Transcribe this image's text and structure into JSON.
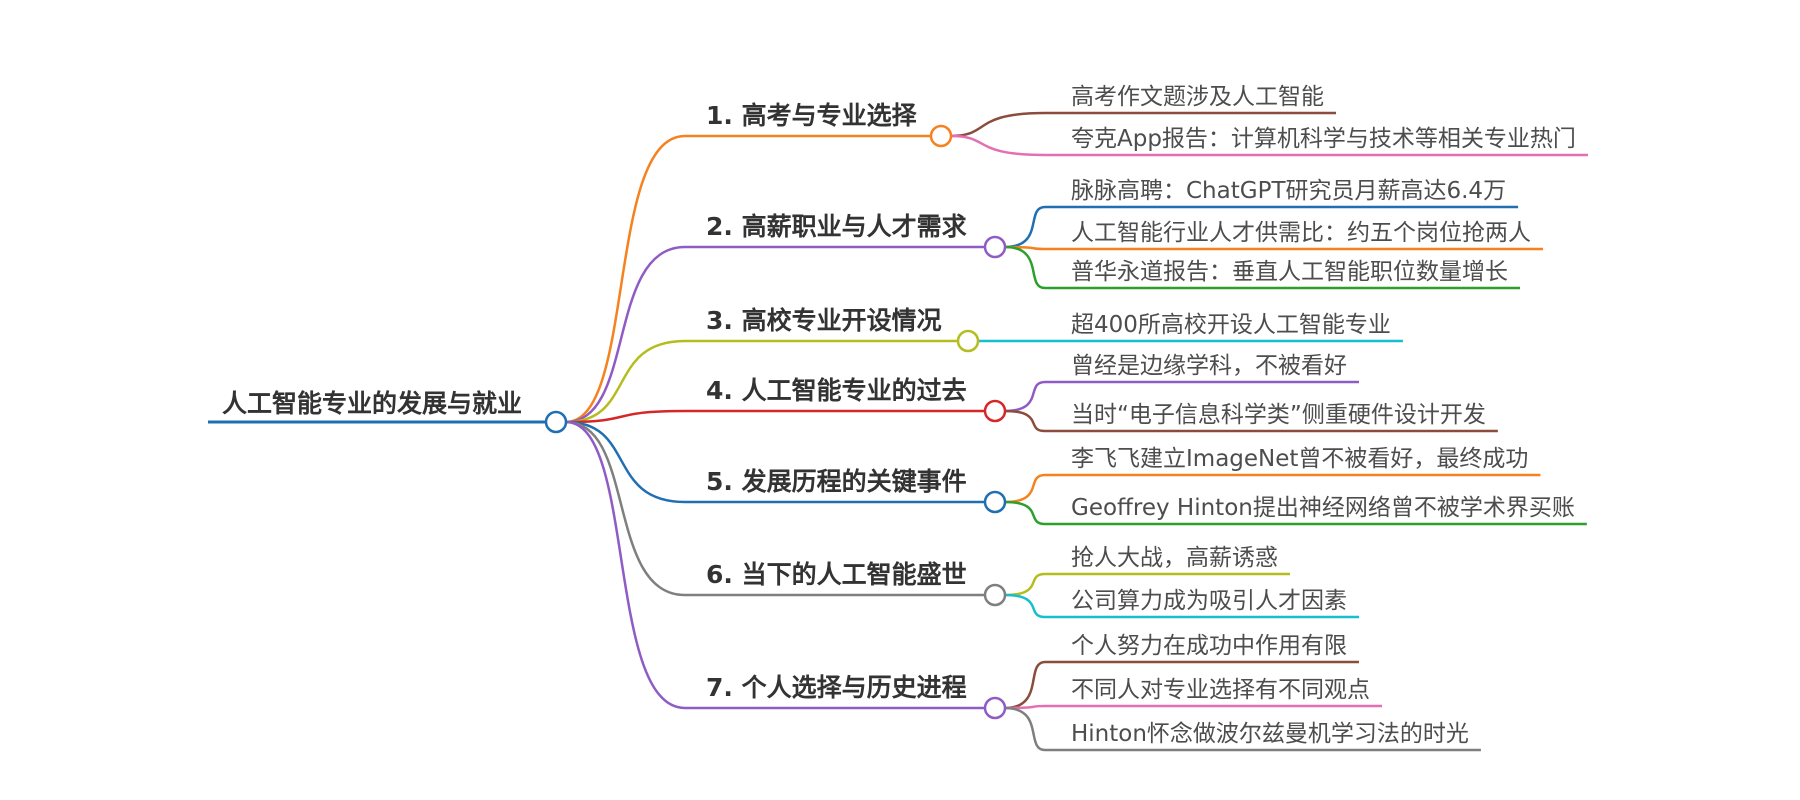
{
  "root": {
    "label": "人工智能专业的发展与就业",
    "color": "#1f6fb2"
  },
  "branches": [
    {
      "label": "1. 高考与专业选择",
      "color": "#f5821f",
      "children": [
        {
          "label": "高考作文题涉及人工智能",
          "color": "#8b4c3c"
        },
        {
          "label": "夸克App报告：计算机科学与技术等相关专业热门",
          "color": "#e36fb4"
        }
      ]
    },
    {
      "label": "2. 高薪职业与人才需求",
      "color": "#8f5bc5",
      "children": [
        {
          "label": "脉脉高聘：ChatGPT研究员月薪高达6.4万",
          "color": "#1f6fb2"
        },
        {
          "label": "人工智能行业人才供需比：约五个岗位抢两人",
          "color": "#f5821f"
        },
        {
          "label": "普华永道报告：垂直人工智能职位数量增长",
          "color": "#2ca02c"
        }
      ]
    },
    {
      "label": "3. 高校专业开设情况",
      "color": "#b5bd1e",
      "children": [
        {
          "label": "超400所高校开设人工智能专业",
          "color": "#17becf"
        }
      ]
    },
    {
      "label": "4. 人工智能专业的过去",
      "color": "#d62728",
      "children": [
        {
          "label": "曾经是边缘学科，不被看好",
          "color": "#8f5bc5"
        },
        {
          "label": "当时“电子信息科学类”侧重硬件设计开发",
          "color": "#8b4c3c"
        }
      ]
    },
    {
      "label": "5. 发展历程的关键事件",
      "color": "#1f6fb2",
      "children": [
        {
          "label": "李飞飞建立ImageNet曾不被看好，最终成功",
          "color": "#f5821f"
        },
        {
          "label": "Geoffrey Hinton提出神经网络曾不被学术界买账",
          "color": "#2ca02c"
        }
      ]
    },
    {
      "label": "6. 当下的人工智能盛世",
      "color": "#7f7f7f",
      "children": [
        {
          "label": "抢人大战，高薪诱惑",
          "color": "#b5bd1e"
        },
        {
          "label": "公司算力成为吸引人才因素",
          "color": "#17becf"
        }
      ]
    },
    {
      "label": "7. 个人选择与历史进程",
      "color": "#8f5bc5",
      "children": [
        {
          "label": "个人努力在成功中作用有限",
          "color": "#8b4c3c"
        },
        {
          "label": "不同人对专业选择有不同观点",
          "color": "#e36fb4"
        },
        {
          "label": "Hinton怀念做波尔兹曼机学习法的时光",
          "color": "#7f7f7f"
        }
      ]
    }
  ]
}
